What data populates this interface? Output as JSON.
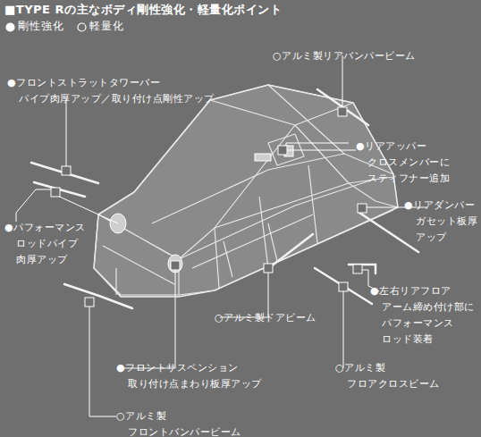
{
  "diagram": {
    "title": "■TYPE Rの主なボディ剛性強化・軽量化ポイント",
    "labels": [
      "○アルミ製リアバンパービーム",
      "●フロントストラットタワーバー パイプ肉厚アップ／取り付け点剛性アップ",
      "●リアアッパー クロスメンバーに スティフナー追加",
      "●リアダンパー ガセット板厚 アップ",
      "●パフォーマンス ロッドパイプ 肉厚アップ",
      "●左右リアフロア アーム締め付け部に パフォーマンス ロッド装着",
      "○アルミ製ドアビーム",
      "●フロントサスペンション 取り付け点まわり板厚アップ",
      "○アルミ製 フロアクロスビーム",
      "○アルミ製 フロントバンパービーム"
    ],
    "legend": [
      {
        "text": "剛性強化"
      },
      {
        "text": "軽量化"
      }
    ]
  }
}
